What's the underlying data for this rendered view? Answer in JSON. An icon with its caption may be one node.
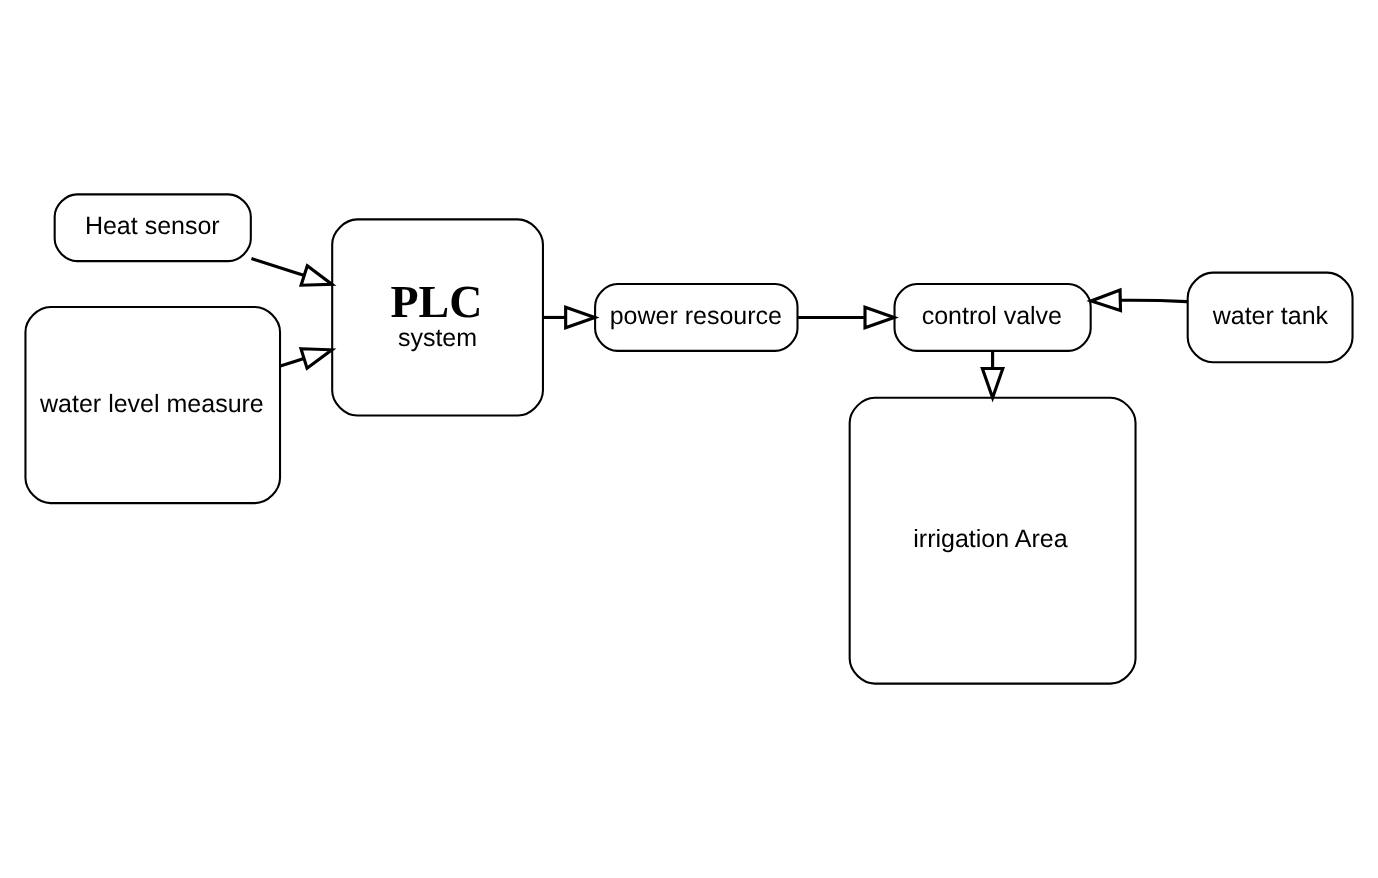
{
  "diagram": {
    "nodes": [
      {
        "text": [
          "Heat sensor"
        ]
      },
      {
        "text": [
          "water level measure"
        ]
      },
      {
        "text": [
          "PLC",
          "system"
        ]
      },
      {
        "text": [
          "power resource"
        ]
      },
      {
        "text": [
          "control valve"
        ]
      },
      {
        "text": [
          "water tank"
        ]
      },
      {
        "text": [
          "irrigation Area"
        ]
      }
    ],
    "edges": [
      {
        "from": 0,
        "to": 2,
        "arrow": "to"
      },
      {
        "from": 1,
        "to": 2,
        "arrow": "to"
      },
      {
        "from": 2,
        "to": 3,
        "arrow": "to"
      },
      {
        "from": 3,
        "to": 4,
        "arrow": "to"
      },
      {
        "from": 5,
        "to": 4,
        "arrow": "to"
      },
      {
        "from": 4,
        "to": 6,
        "arrow": "to"
      }
    ]
  }
}
